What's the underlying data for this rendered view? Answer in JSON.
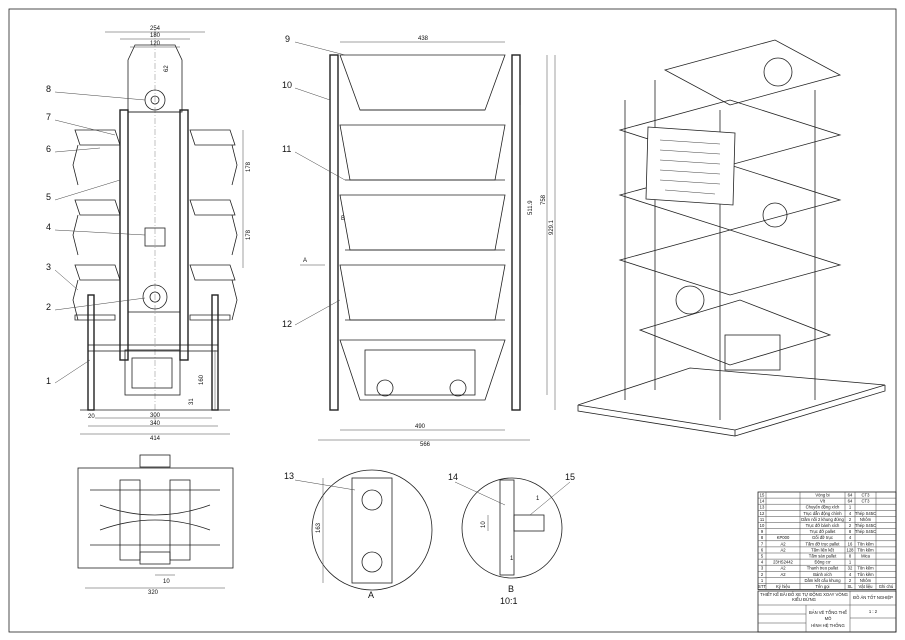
{
  "drawing": {
    "callouts": [
      "1",
      "2",
      "3",
      "4",
      "5",
      "6",
      "7",
      "8",
      "9",
      "10",
      "11",
      "12",
      "13",
      "14",
      "15"
    ],
    "front_view_dims": {
      "w254": "254",
      "w180": "180",
      "w120": "120",
      "h62": "62",
      "h178a": "178",
      "h178b": "178",
      "h160": "160",
      "h31": "31",
      "w20": "20",
      "w300": "300",
      "w340": "340",
      "w414": "414"
    },
    "side_view_dims": {
      "w438": "438",
      "h758": "758",
      "h511": "511.9",
      "h929": "929.1",
      "w490": "490",
      "w566": "566",
      "section_a": "A",
      "label_b": "B"
    },
    "top_view_dims": {
      "w320": "320",
      "w10": "10"
    },
    "detail_a": {
      "dim": "163",
      "label": "A"
    },
    "detail_b": {
      "dim10": "10",
      "dim1": "1",
      "dim1b": "1",
      "label": "B",
      "scale": "10:1"
    }
  },
  "parts_table": {
    "rows": [
      {
        "no": "15",
        "code": "",
        "name": "Vòng bi",
        "qty": "64",
        "material": "CT3",
        "note": ""
      },
      {
        "no": "14",
        "code": "",
        "name": "Vít",
        "qty": "64",
        "material": "CT3",
        "note": ""
      },
      {
        "no": "13",
        "code": "",
        "name": "Chuyển động xích",
        "qty": "1",
        "material": "",
        "note": ""
      },
      {
        "no": "12",
        "code": "",
        "name": "Trục dẫn động chính",
        "qty": "4",
        "material": "Thép S45C",
        "note": ""
      },
      {
        "no": "11",
        "code": "",
        "name": "Dầm nối 2 khung đứng",
        "qty": "2",
        "material": "Nhôm",
        "note": ""
      },
      {
        "no": "10",
        "code": "",
        "name": "Trục đỡ bánh xích",
        "qty": "2",
        "material": "Thép S45C",
        "note": ""
      },
      {
        "no": "9",
        "code": "",
        "name": "Trục đỡ pallet",
        "qty": "8",
        "material": "Thép S45C",
        "note": ""
      },
      {
        "no": "8",
        "code": "KP000",
        "name": "Gối đỡ trục",
        "qty": "4",
        "material": "",
        "note": ""
      },
      {
        "no": "7",
        "code": "A2",
        "name": "Tấm đỡ trục pallet",
        "qty": "16",
        "material": "Tôn kẽm",
        "note": ""
      },
      {
        "no": "6",
        "code": "A2",
        "name": "Tấm liên kết",
        "qty": "128",
        "material": "Tôn kẽm",
        "note": ""
      },
      {
        "no": "5",
        "code": "",
        "name": "Tấm sàn pallet",
        "qty": "8",
        "material": "Mica",
        "note": ""
      },
      {
        "no": "4",
        "code": "23HS2442",
        "name": "Động cơ",
        "qty": "1",
        "material": "",
        "note": ""
      },
      {
        "no": "3",
        "code": "A2",
        "name": "Thanh treo pallet",
        "qty": "32",
        "material": "Tôn kẽm",
        "note": ""
      },
      {
        "no": "2",
        "code": "A2",
        "name": "Bánh xích",
        "qty": "4",
        "material": "Tôn kẽm",
        "note": ""
      },
      {
        "no": "1",
        "code": "",
        "name": "Dầm kết cấu khung",
        "qty": "2",
        "material": "Nhôm",
        "note": ""
      }
    ],
    "header": {
      "no": "STT",
      "code": "Ký hiệu",
      "name": "Tên gọi",
      "qty": "SL",
      "material": "Vật liệu",
      "note": "Ghi chú"
    }
  },
  "title_block": {
    "project": "THIẾT KẾ BÃI ĐỖ XE TỰ ĐỘNG XOAY VÒNG KIỂU ĐỨNG",
    "doc_type": "ĐỒ ÁN TỐT NGHIỆP",
    "drawing_title_1": "BẢN VẼ TỔNG THỂ MÔ",
    "drawing_title_2": "HÌNH HỆ THỐNG",
    "scale": "1 : 2"
  }
}
